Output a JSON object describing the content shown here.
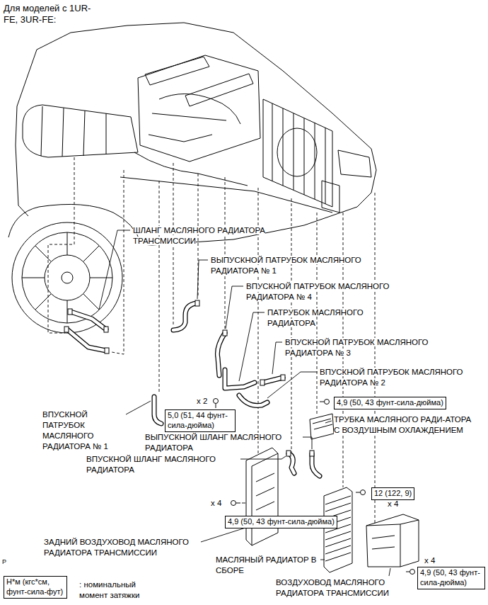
{
  "diagram": {
    "title": "Для моделей с 1UR-FE, 3UR-FE:",
    "nodes": [
      {
        "text": [
          "4,9 (50, 43 фунт-сила-дюйма)"
        ]
      },
      {
        "text": [
          "5,0 (51, 44 фунт-сила-дюйма)"
        ]
      },
      {
        "text": [
          "12 (122, 9)"
        ]
      },
      {
        "text": [
          "4,9 (50, 43 фунт-сила-дюйма)"
        ]
      },
      {
        "text": [
          "4,9 (50, 43 фунт-сила-дюйма)"
        ]
      },
      {
        "text": [
          "Н*м (кгс*см, фунт-сила-фут)"
        ]
      }
    ],
    "labels": [
      "ШЛАНГ МАСЛЯНОГО РАДИАТОРА ТРАНСМИССИИ",
      "ВЫПУСКНОЙ ПАТРУБОК МАСЛЯНОГО РАДИАТОРА № 1",
      "ВПУСКНОЙ ПАТРУБОК МАСЛЯНОГО РАДИАТОРА № 4",
      "ПАТРУБОК МАСЛЯНОГО РАДИАТОРА",
      "ВПУСКНОЙ ПАТРУБОК МАСЛЯНОГО РАДИАТОРА № 3",
      "ВПУСКНОЙ ПАТРУБОК МАСЛЯНОГО РАДИАТОРА № 2",
      "x 2",
      "ВПУСКНОЙ ПАТРУБОК МАСЛЯНОГО РАДИАТОРА № 1",
      "ТРУБКА МАСЛЯНОГО РАДИ-АТОРА С ВОЗДУШНЫМ ОХЛАЖДЕНИЕМ",
      "ВЫПУСКНОЙ ШЛАНГ МАСЛЯНОГО РАДИАТОРА",
      "ВПУСКНОЙ ШЛАНГ МАСЛЯНОГО РАДИАТОРА",
      "x 4",
      "x 4",
      "ЗАДНИЙ ВОЗДУХОВОД МАСЛЯНОГО РАДИАТОРА ТРАНСМИССИИ",
      "МАСЛЯНЫЙ РАДИАТОР В СБОРЕ",
      "x 4",
      "ВОЗДУХОВОД МАСЛЯНОГО РАДИАТОРА ТРАНСМИССИИ",
      ": номинальный момент затяжки",
      "P"
    ]
  }
}
